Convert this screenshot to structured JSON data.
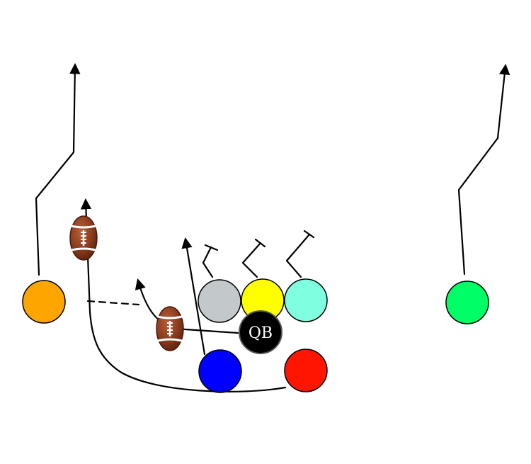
{
  "players": [
    {
      "id": "left-receiver",
      "color": "#FFA500"
    },
    {
      "id": "left-guard",
      "color": "#C3C9CA"
    },
    {
      "id": "center",
      "color": "#FFFF00"
    },
    {
      "id": "right-guard",
      "color": "#7FFFE0"
    },
    {
      "id": "right-receiver",
      "color": "#00FF66"
    },
    {
      "id": "running-back-left",
      "color": "#0000FF"
    },
    {
      "id": "running-back-right",
      "color": "#FF1500"
    },
    {
      "id": "quarterback",
      "color": "#000000",
      "label": "QB"
    }
  ],
  "icons": [
    "football-icon",
    "football-icon"
  ]
}
